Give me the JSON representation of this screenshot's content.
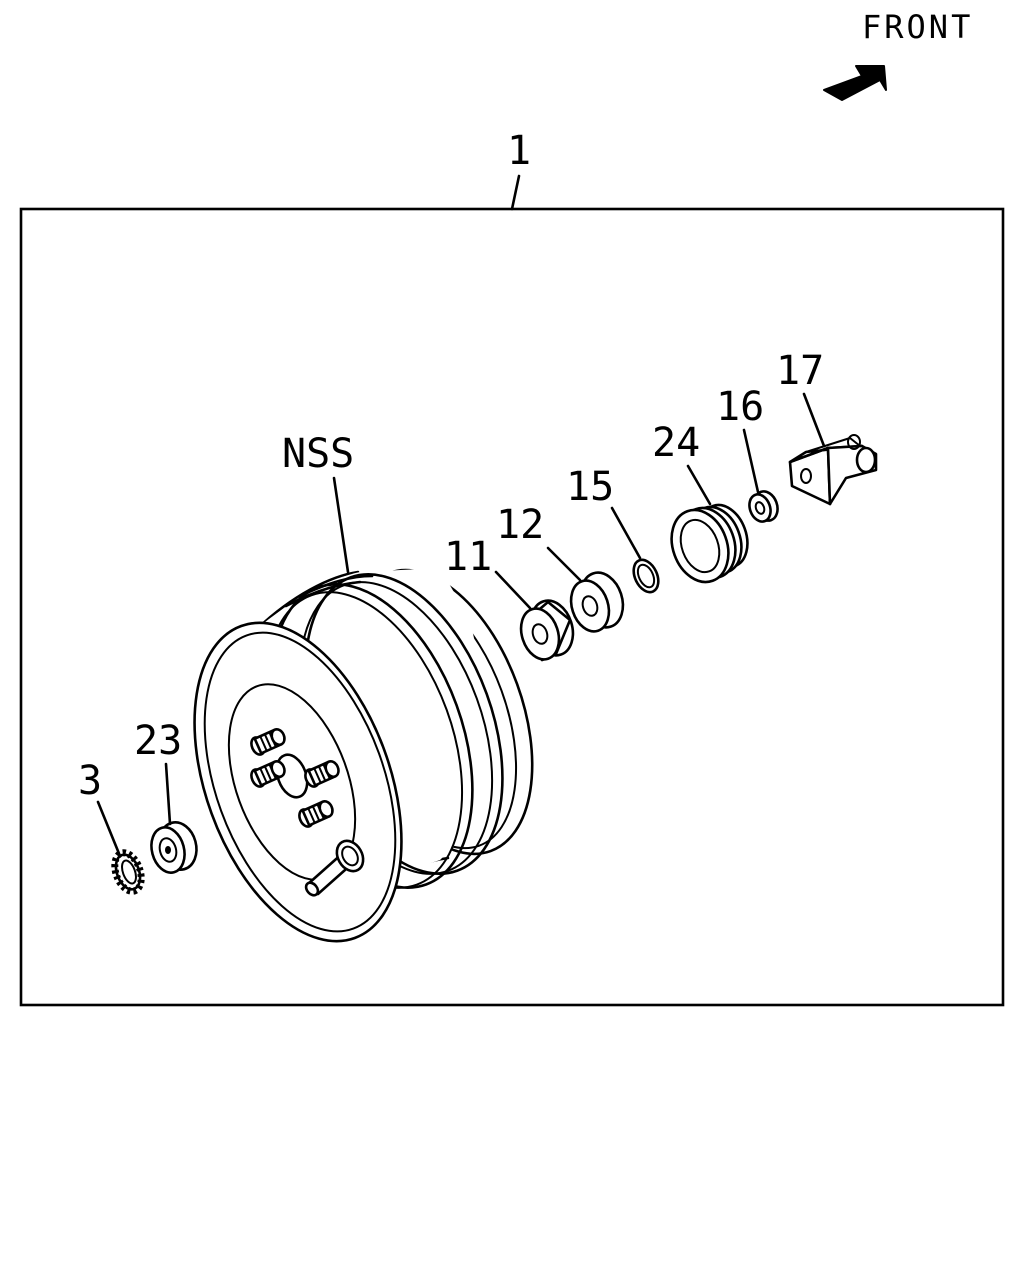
{
  "orientation": {
    "label": "FRONT",
    "arrow_icon": "arrow-right-icon"
  },
  "assembly": {
    "number": "1"
  },
  "callouts": {
    "nss": "NSS",
    "c3": "3",
    "c23": "23",
    "c11": "11",
    "c12": "12",
    "c15": "15",
    "c24": "24",
    "c16": "16",
    "c17": "17"
  },
  "colors": {
    "ink": "#000000",
    "paper": "#ffffff"
  }
}
